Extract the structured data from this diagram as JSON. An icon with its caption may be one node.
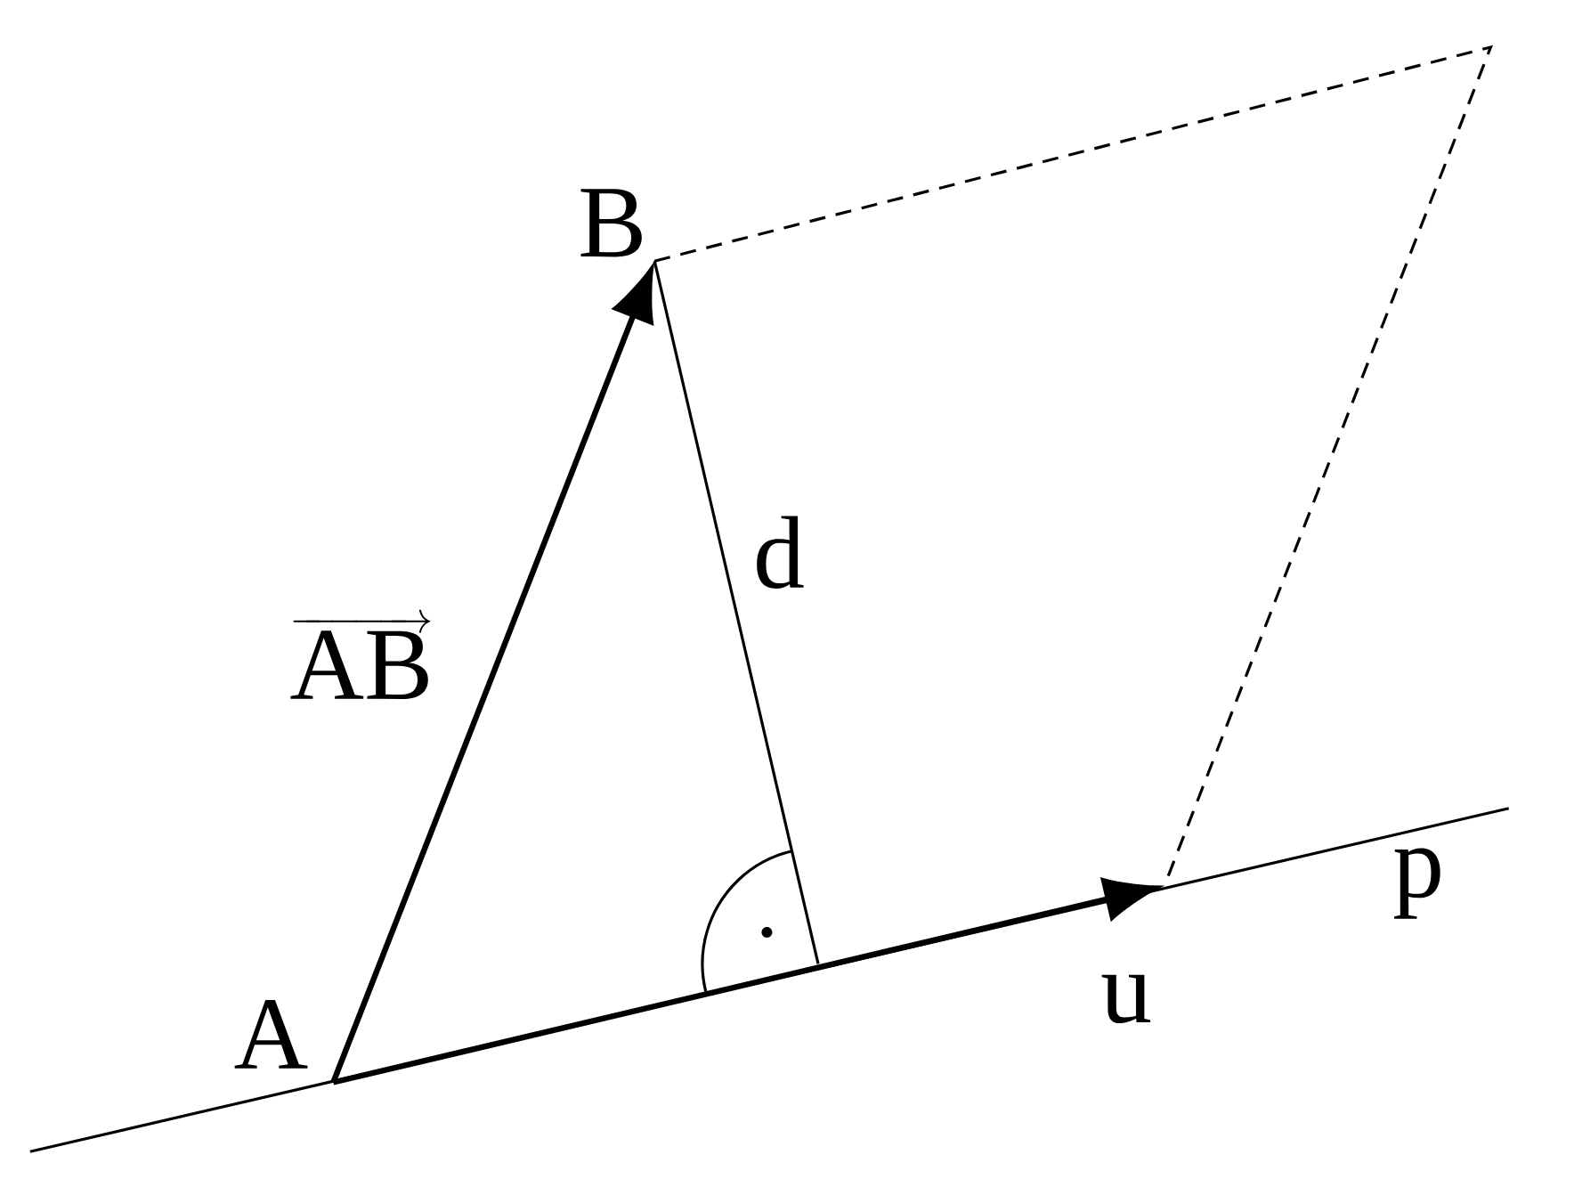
{
  "diagram": {
    "labels": [
      "B",
      "d",
      "\\overrightarrow{\\mathrm{AB}}",
      "A",
      "u",
      "p"
    ]
  }
}
